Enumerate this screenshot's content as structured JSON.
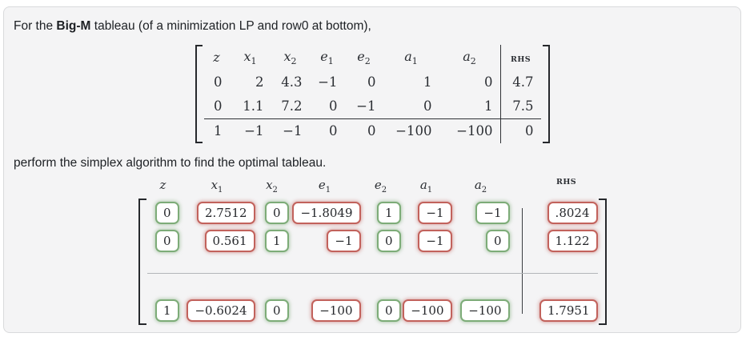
{
  "page": {
    "intro": {
      "prefix": "For the ",
      "bold": "Big-M",
      "suffix": " tableau (of a minimization LP and row0 at bottom),"
    },
    "instruction": "perform the simplex algorithm to find the optimal tableau."
  },
  "columns": [
    {
      "base": "z",
      "sub": ""
    },
    {
      "base": "x",
      "sub": "1"
    },
    {
      "base": "x",
      "sub": "2"
    },
    {
      "base": "e",
      "sub": "1"
    },
    {
      "base": "e",
      "sub": "2"
    },
    {
      "base": "a",
      "sub": "1"
    },
    {
      "base": "a",
      "sub": "2"
    },
    {
      "base": "RHS",
      "sub": "",
      "small": true
    }
  ],
  "given_tableau": {
    "rows": [
      [
        "0",
        "2",
        "4.3",
        "−1",
        "0",
        "1",
        "0",
        "4.7"
      ],
      [
        "0",
        "1.1",
        "7.2",
        "0",
        "−1",
        "0",
        "1",
        "7.5"
      ],
      [
        "1",
        "−1",
        "−1",
        "0",
        "0",
        "−100",
        "−100",
        "0"
      ]
    ]
  },
  "answer_tableau": {
    "rows": [
      {
        "cells": [
          {
            "value": "0",
            "state": "correct"
          },
          {
            "value": "2.7512",
            "state": "incorrect"
          },
          {
            "value": "0",
            "state": "correct"
          },
          {
            "value": "−1.8049",
            "state": "incorrect"
          },
          {
            "value": "1",
            "state": "correct"
          },
          {
            "value": "−1",
            "state": "incorrect"
          },
          {
            "value": "−1",
            "state": "correct"
          },
          {
            "value": ".8024",
            "state": "incorrect"
          }
        ]
      },
      {
        "cells": [
          {
            "value": "0",
            "state": "correct"
          },
          {
            "value": "0.561",
            "state": "incorrect"
          },
          {
            "value": "1",
            "state": "correct"
          },
          {
            "value": "−1",
            "state": "incorrect"
          },
          {
            "value": "0",
            "state": "correct"
          },
          {
            "value": "−1",
            "state": "incorrect"
          },
          {
            "value": "0",
            "state": "correct"
          },
          {
            "value": "1.122",
            "state": "incorrect"
          }
        ]
      },
      {
        "cells": [
          {
            "value": "1",
            "state": "correct"
          },
          {
            "value": "−0.6024",
            "state": "incorrect"
          },
          {
            "value": "0",
            "state": "correct"
          },
          {
            "value": "−100",
            "state": "incorrect"
          },
          {
            "value": "0",
            "state": "correct"
          },
          {
            "value": "−100",
            "state": "incorrect"
          },
          {
            "value": "−100",
            "state": "correct"
          },
          {
            "value": "1.7951",
            "state": "incorrect"
          }
        ]
      }
    ]
  },
  "colors": {
    "correct_border": "#7dac78",
    "incorrect_border": "#c2625c",
    "card_background": "#f4f4f5"
  }
}
